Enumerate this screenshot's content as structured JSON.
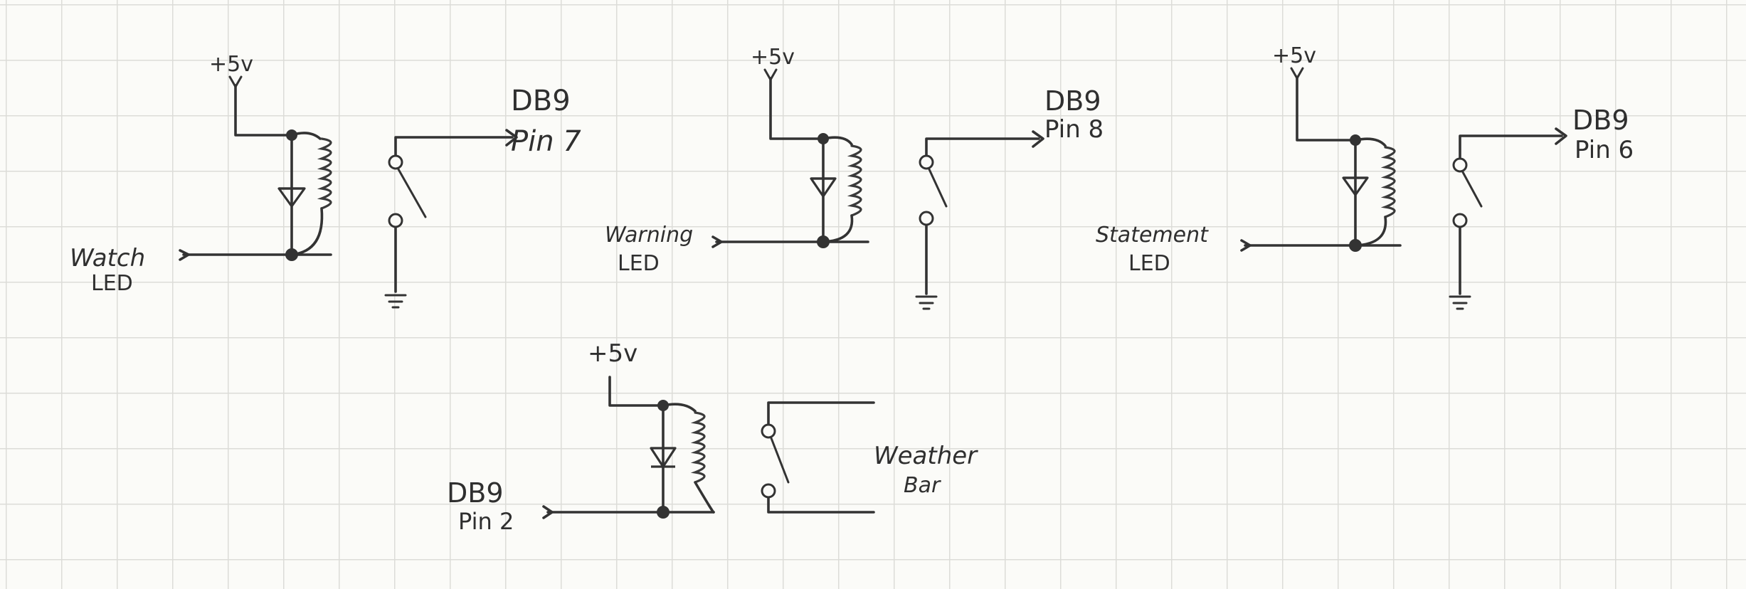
{
  "circuits": {
    "watch": {
      "supply": "+5v",
      "input_line1": "Watch",
      "input_line2": "LED",
      "output_line1": "DB9",
      "output_line2": "Pin 7"
    },
    "warning": {
      "supply": "+5v",
      "input_line1": "Warning",
      "input_line2": "LED",
      "output_line1": "DB9",
      "output_line2": "Pin 8"
    },
    "statement": {
      "supply": "+5v",
      "input_line1": "Statement",
      "input_line2": "LED",
      "output_line1": "DB9",
      "output_line2": "Pin 6"
    },
    "weatherbar": {
      "supply": "+5v",
      "input_line1": "DB9",
      "input_line2": "Pin 2",
      "output_line1": "Weather",
      "output_line2": "Bar"
    }
  },
  "colors": {
    "ink": "#333333",
    "paper": "#fbfbf8",
    "grid": "#dcdcd8"
  }
}
